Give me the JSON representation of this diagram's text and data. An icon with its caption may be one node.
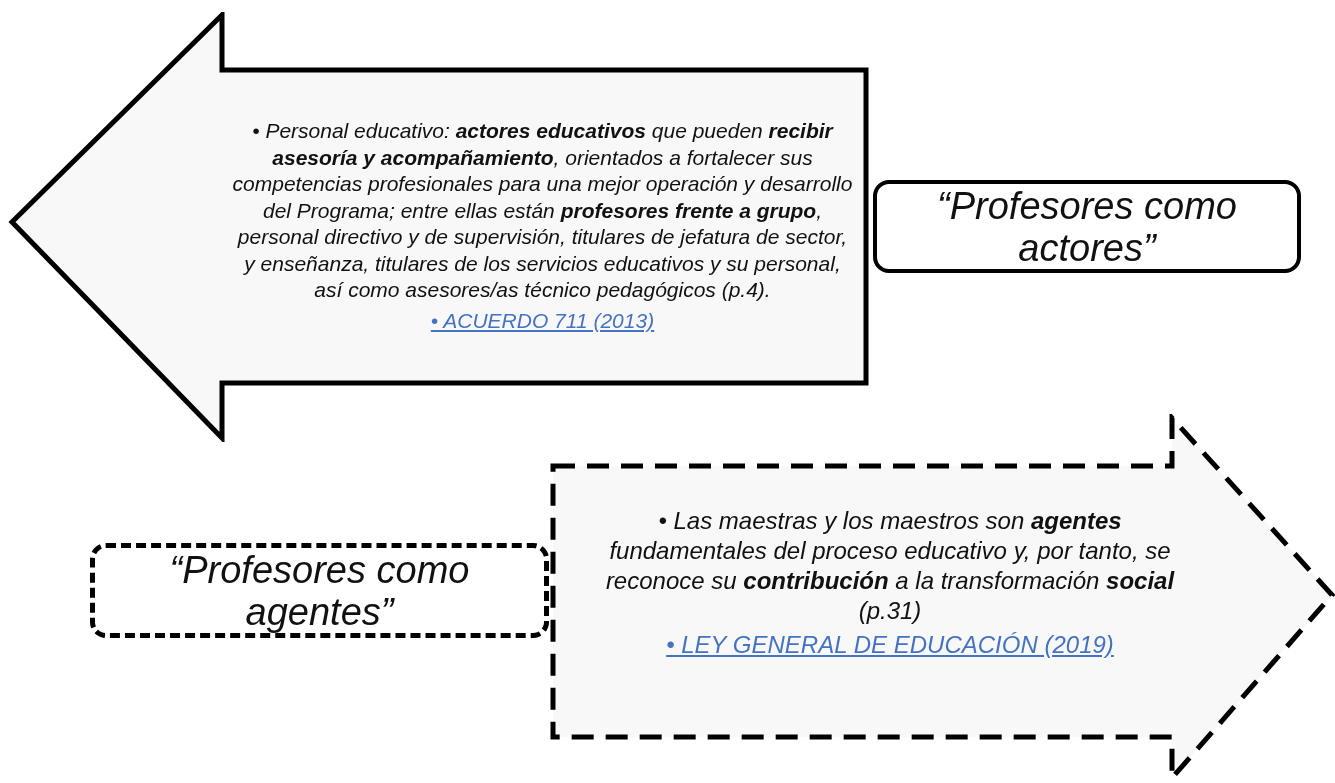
{
  "diagram": {
    "nodes": [
      {
        "text": [
          "• Personal educativo: **actores educativos** que pueden **recibir asesoría y acompañamiento**, orientados a fortalecer sus competencias profesionales para una mejor operación y desarrollo del Programa; entre ellas están **profesores frente a grupo**, personal directivo y de supervisión, titulares de jefatura de sector, y enseñanza, titulares de los servicios educativos y su personal, así como asesores/as técnico pedagógicos (p.4).",
          "• ACUERDO 711 (2013)"
        ]
      },
      {
        "text": [
          "“Profesores como actores”"
        ]
      },
      {
        "text": [
          "“Profesores como agentes”"
        ]
      },
      {
        "text": [
          "• Las maestras y los maestros son **agentes** fundamentales del proceso educativo y, por tanto, se reconoce su **contribución** a la transformación **social** (p.31)",
          "• LEY GENERAL DE EDUCACIÓN (2019)"
        ]
      }
    ],
    "edges": []
  }
}
